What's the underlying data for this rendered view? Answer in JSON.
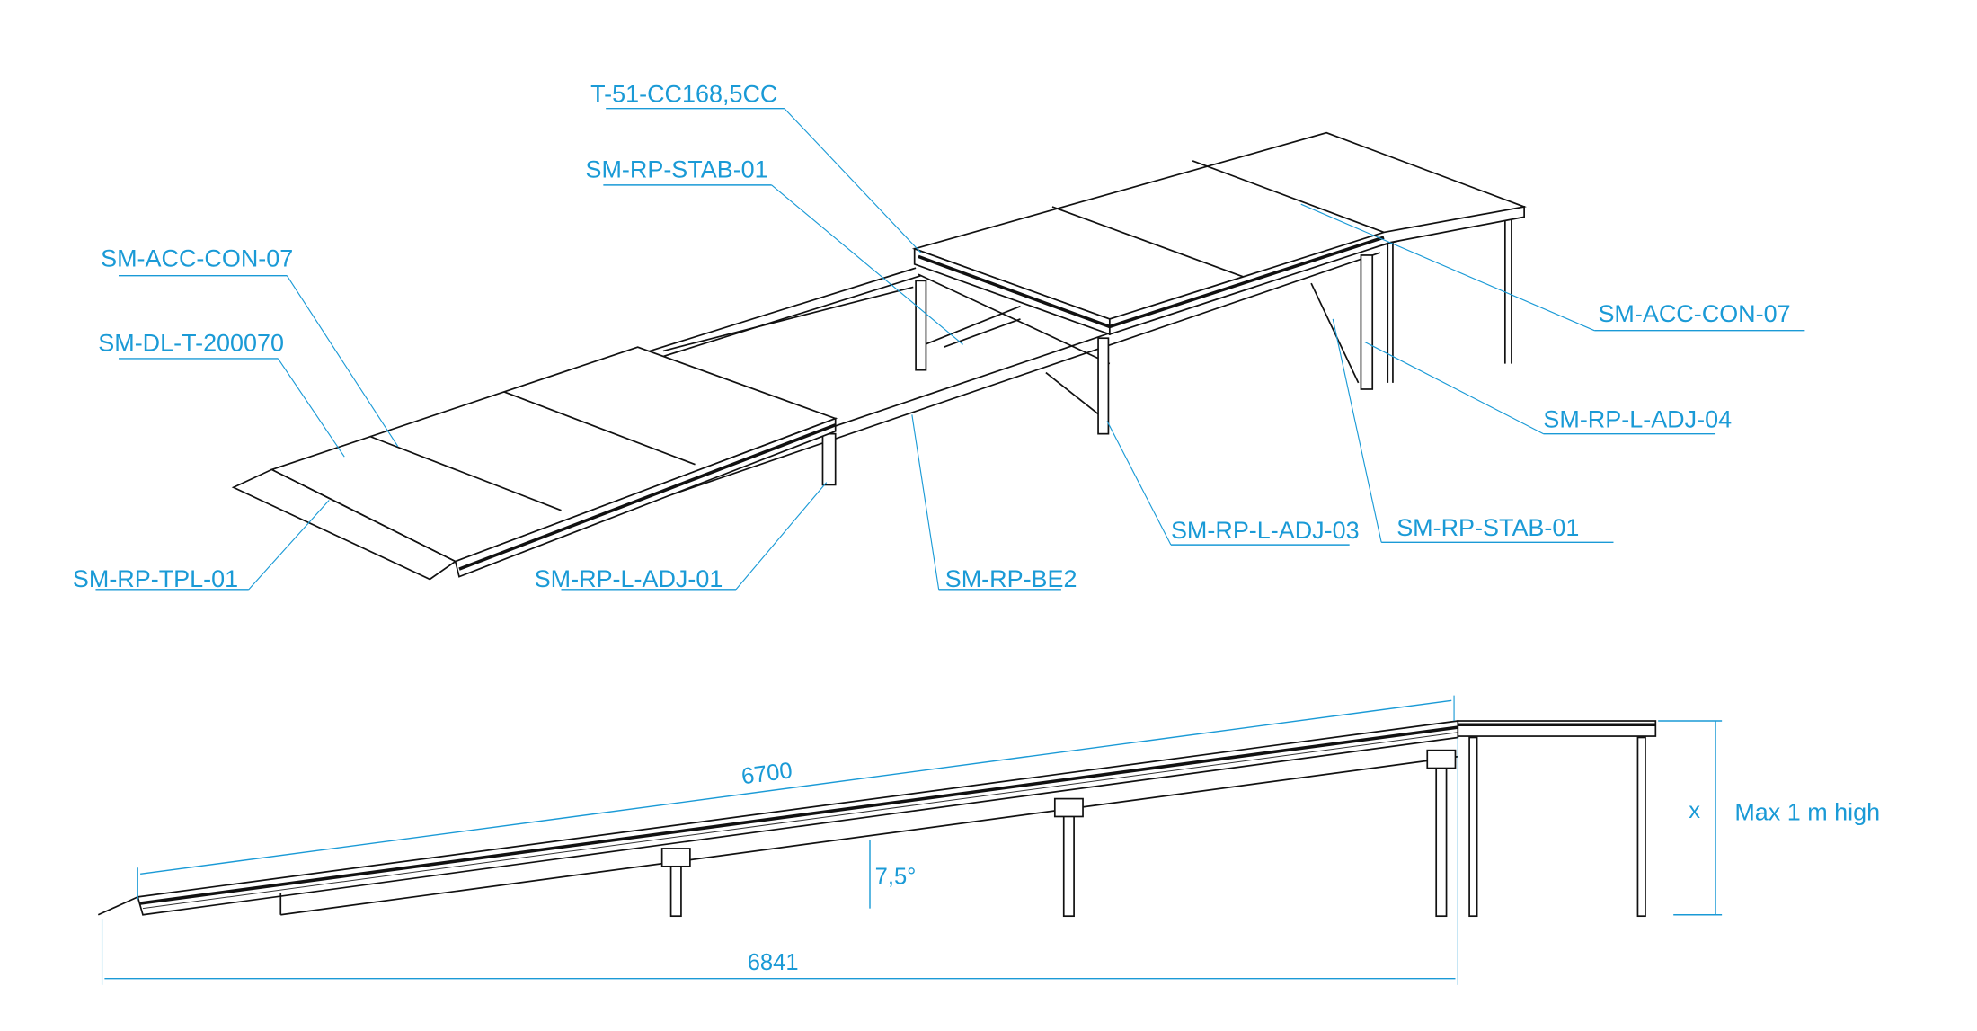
{
  "iso_labels": {
    "top_frame": "T-51-CC168,5CC",
    "stab_left": "SM-RP-STAB-01",
    "con_left": "SM-ACC-CON-07",
    "deck": "SM-DL-T-200070",
    "tpl": "SM-RP-TPL-01",
    "leg_01": "SM-RP-L-ADJ-01",
    "beam": "SM-RP-BE2",
    "leg_03": "SM-RP-L-ADJ-03",
    "stab_right": "SM-RP-STAB-01",
    "leg_04": "SM-RP-L-ADJ-04",
    "con_right": "SM-ACC-CON-07"
  },
  "side_view": {
    "ramp_length": "6700",
    "total_length": "6841",
    "angle": "7,5°",
    "height_var": "x",
    "height_note": "Max 1 m high"
  },
  "colors": {
    "accent": "#1a9ad6",
    "line": "#111111"
  }
}
